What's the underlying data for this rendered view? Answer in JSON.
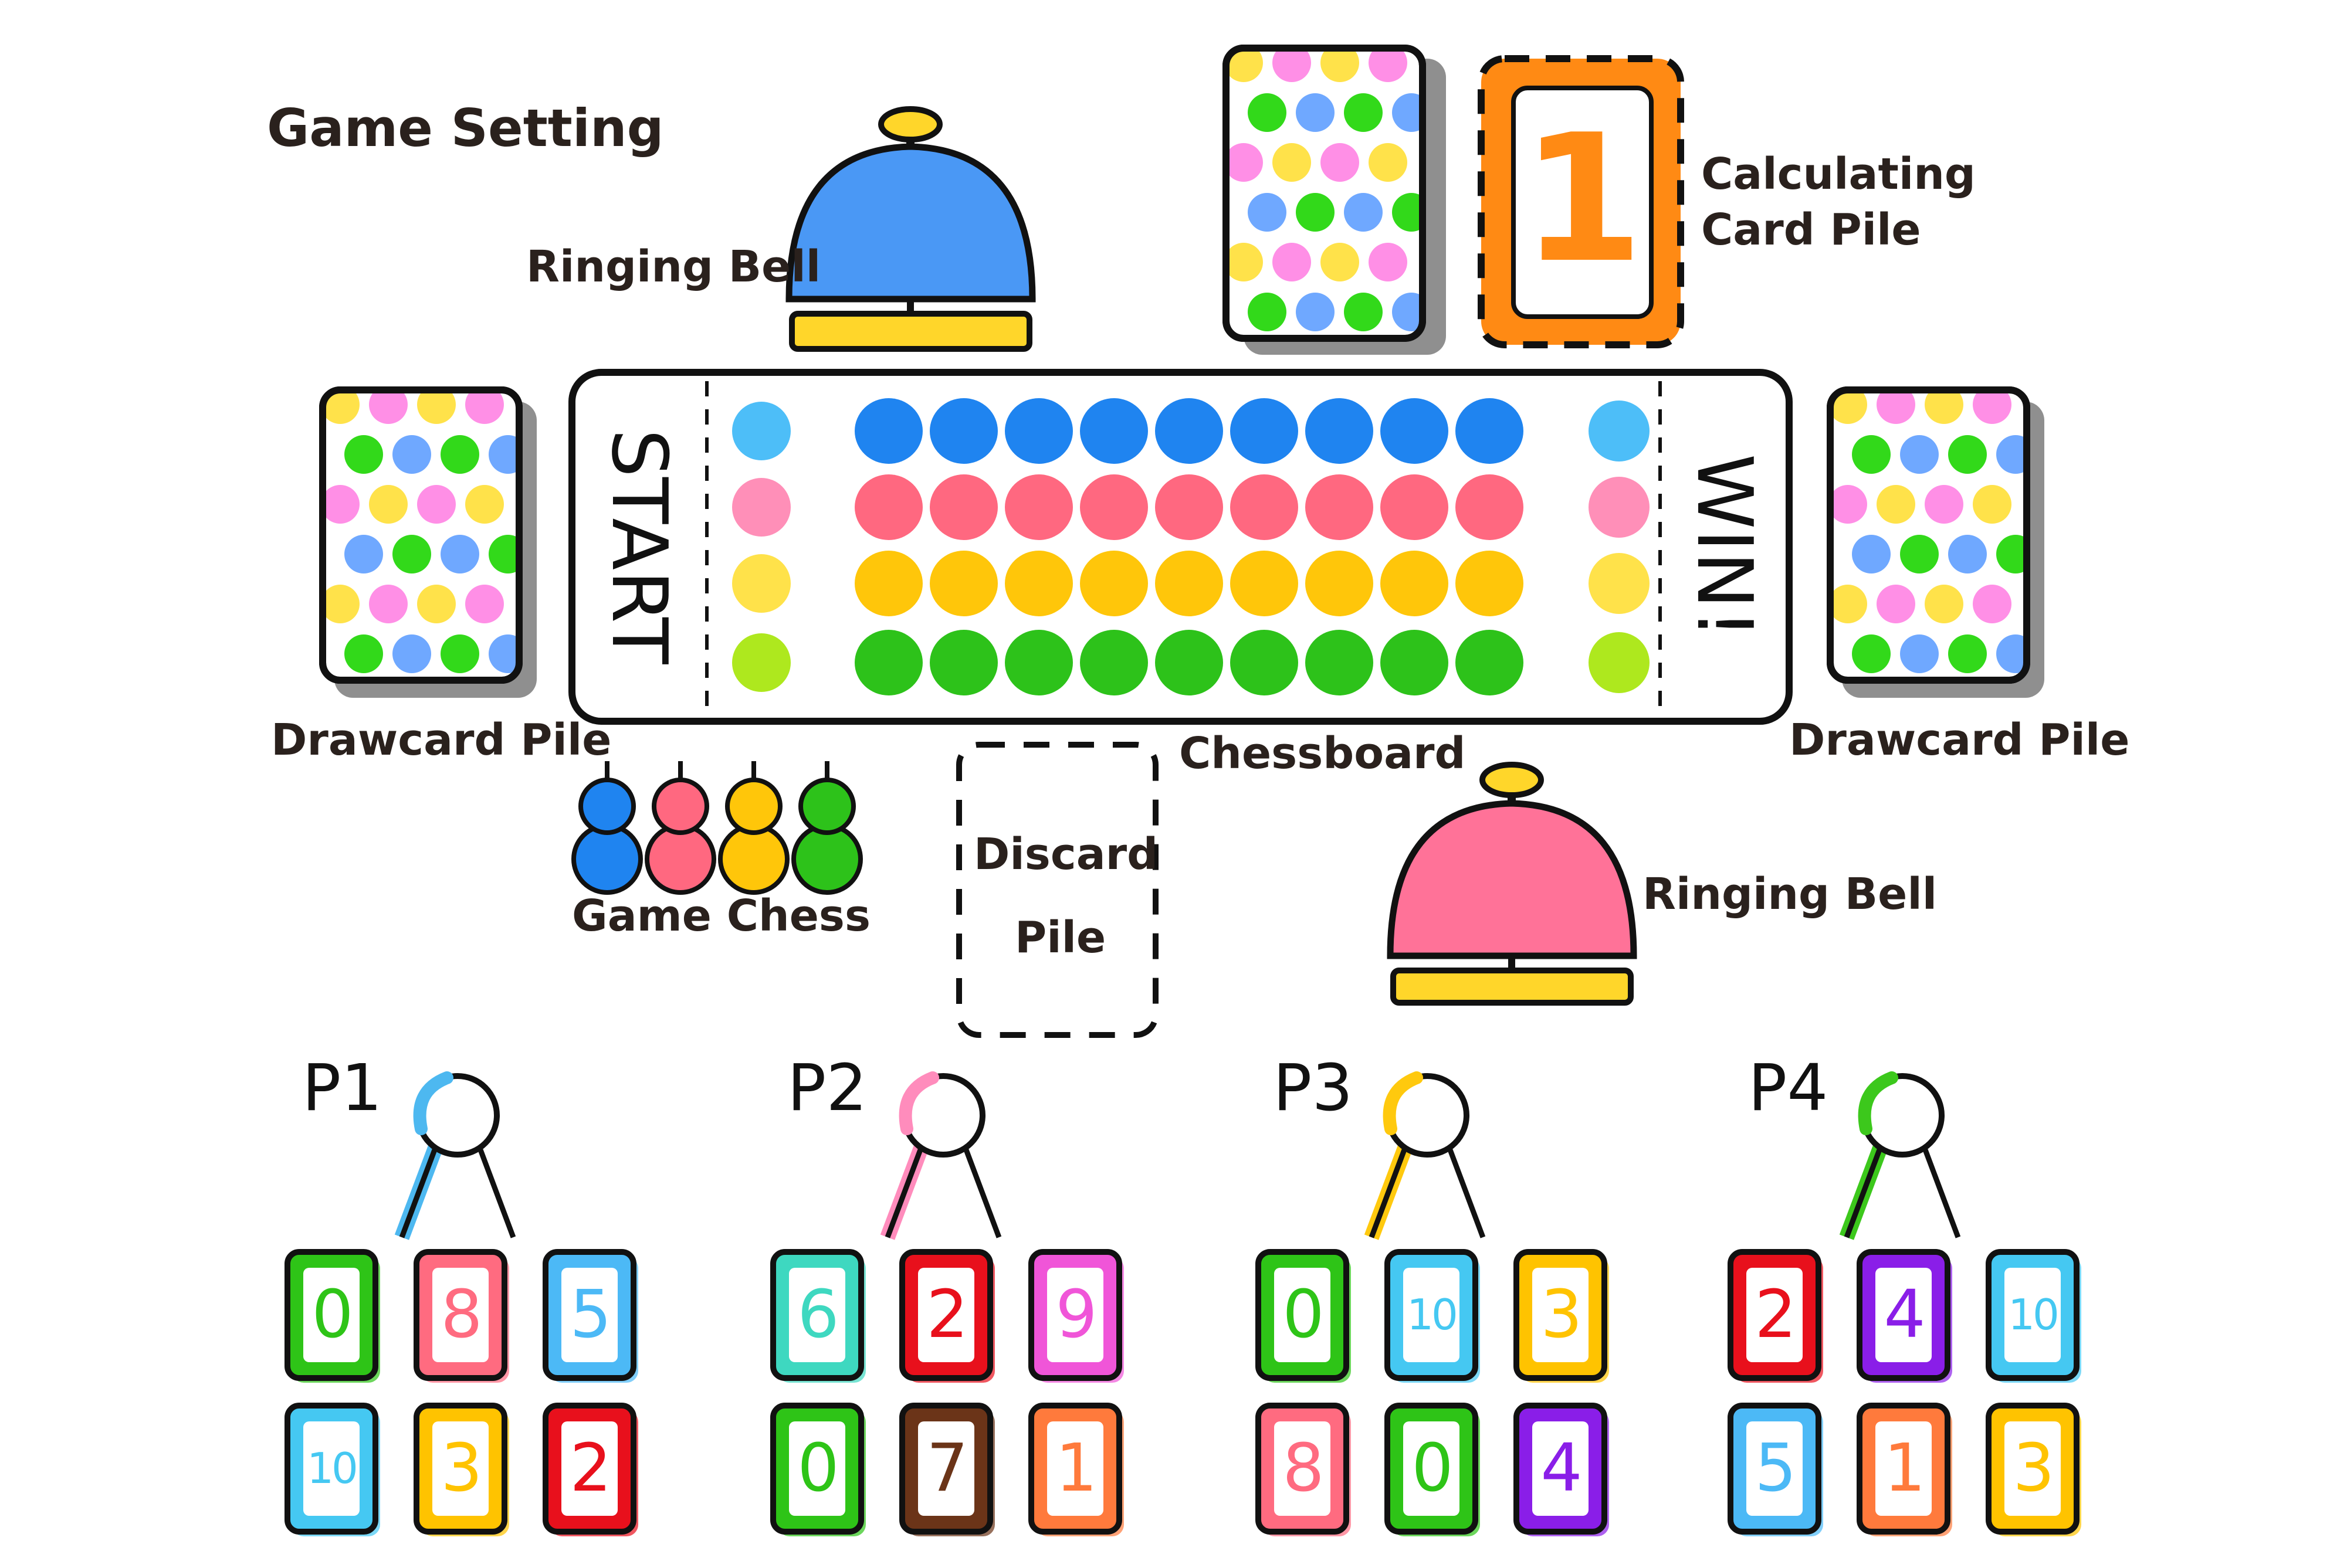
{
  "title": "Game Setting",
  "labels": {
    "bell_top": "Ringing Bell",
    "bell_bottom": "Ringing Bell",
    "calc_pile_line1": "Calculating",
    "calc_pile_line2": "Card Pile",
    "drawcard_left": "Drawcard Pile",
    "drawcard_right": "Drawcard Pile",
    "chessboard": "Chessboard",
    "game_chess": "Game Chess",
    "discard_line1": "Discard",
    "discard_line2": "Pile",
    "board_start": "START",
    "board_win": "WIN!"
  },
  "calc_card_value": "1",
  "colors": {
    "blue": "#1f84f0",
    "pink": "#ff6880",
    "yellow": "#ffc60a",
    "green": "#2dc21a",
    "light_blue": "#4dbef8",
    "light_pink": "#ff8fb8",
    "light_yellow": "#ffe24a",
    "light_green": "#aee81e",
    "orange": "#ff8a14",
    "bell_blue": "#4a98f5",
    "bell_pink": "#ff7298",
    "bell_base": "#ffd62a"
  },
  "board_tracks": [
    {
      "color_key": "blue",
      "spaces": 9
    },
    {
      "color_key": "pink",
      "spaces": 9
    },
    {
      "color_key": "yellow",
      "spaces": 9
    },
    {
      "color_key": "green",
      "spaces": 9
    }
  ],
  "chess_pieces": [
    "blue",
    "pink",
    "yellow",
    "green"
  ],
  "players": [
    {
      "name": "P1",
      "color": "#4db8f0",
      "cards": [
        {
          "value": "0",
          "color": "#2ec417"
        },
        {
          "value": "8",
          "color": "#ff6b80"
        },
        {
          "value": "5",
          "color": "#4cb9f6"
        },
        {
          "value": "10",
          "color": "#45c8f2"
        },
        {
          "value": "3",
          "color": "#ffc300"
        },
        {
          "value": "2",
          "color": "#e8101c"
        }
      ]
    },
    {
      "name": "P2",
      "color": "#ff8cbc",
      "cards": [
        {
          "value": "6",
          "color": "#3ed8c0"
        },
        {
          "value": "2",
          "color": "#e8101c"
        },
        {
          "value": "9",
          "color": "#f055d8"
        },
        {
          "value": "0",
          "color": "#2ec417"
        },
        {
          "value": "7",
          "color": "#6b3418"
        },
        {
          "value": "1",
          "color": "#ff7a3c"
        }
      ]
    },
    {
      "name": "P3",
      "color": "#ffc90e",
      "cards": [
        {
          "value": "0",
          "color": "#2ec417"
        },
        {
          "value": "10",
          "color": "#45c8f2"
        },
        {
          "value": "3",
          "color": "#ffc300"
        },
        {
          "value": "8",
          "color": "#ff6b80"
        },
        {
          "value": "0",
          "color": "#2ec417"
        },
        {
          "value": "4",
          "color": "#8a1ee8"
        }
      ]
    },
    {
      "name": "P4",
      "color": "#3cc81c",
      "cards": [
        {
          "value": "2",
          "color": "#e8101c"
        },
        {
          "value": "4",
          "color": "#8a1ee8"
        },
        {
          "value": "10",
          "color": "#45c8f2"
        },
        {
          "value": "5",
          "color": "#4cb9f6"
        },
        {
          "value": "1",
          "color": "#ff7a3c"
        },
        {
          "value": "3",
          "color": "#ffc300"
        }
      ]
    }
  ]
}
